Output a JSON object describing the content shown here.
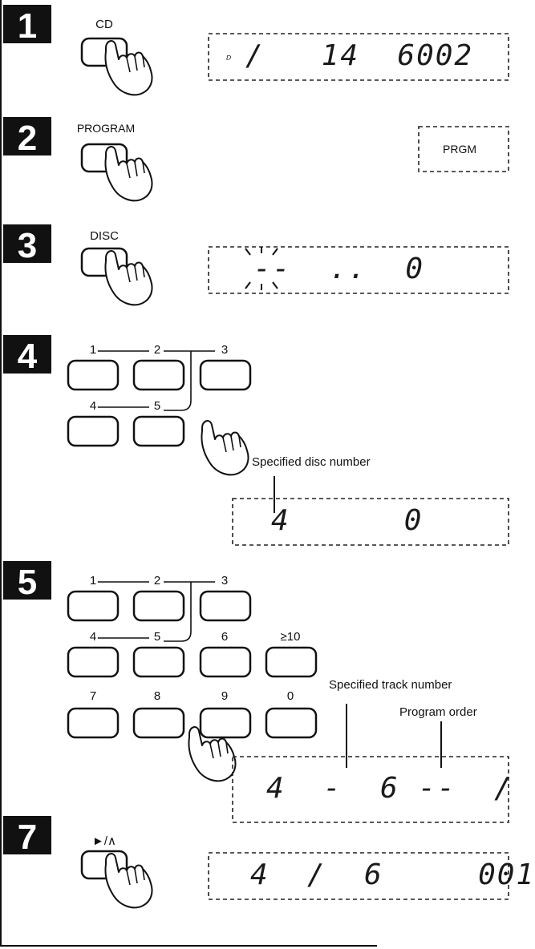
{
  "steps": [
    "1",
    "2",
    "3",
    "4",
    "5",
    "7"
  ],
  "buttons": {
    "cd": "CD",
    "program": "PROGRAM",
    "disc": "DISC",
    "play_pause": "►/∧"
  },
  "numpad_step4": [
    "1",
    "2",
    "3",
    "4",
    "5"
  ],
  "numpad_step5": [
    "1",
    "2",
    "3",
    "4",
    "5",
    "6",
    "≥10",
    "7",
    "8",
    "9",
    "0"
  ],
  "displays": {
    "d1": "/   14  6002",
    "d2": "PRGM",
    "d3": "--  ..  0",
    "d4": "4      0",
    "d5": "4  -  6 --  /",
    "d7": "4  /  6     001"
  },
  "annotations": {
    "disc_number": "Specified disc number",
    "track_number": "Specified track number",
    "program_order": "Program order"
  },
  "icons": {
    "hand": "pressing-finger-icon",
    "disc": "disc-indicator-icon"
  },
  "colors": {
    "ink": "#111111",
    "dashed": "#222222",
    "paper": "#ffffff"
  }
}
